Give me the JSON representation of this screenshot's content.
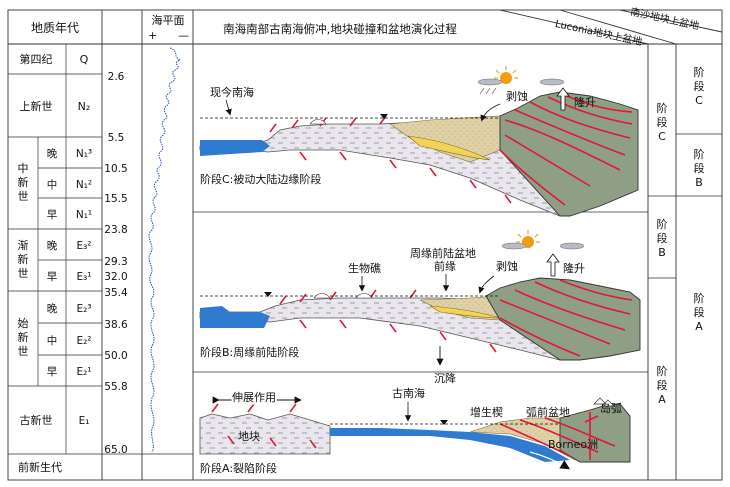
{
  "header": {
    "geologic_time": "地质年代",
    "sea_level": "海平面",
    "sea_plus": "+",
    "sea_minus": "—",
    "main_title": "南海南部古南海俯冲,地块碰撞和盆地演化过程",
    "luconia": "Luconia地块上盆地",
    "nansha": "南沙地块上盆地"
  },
  "periods": [
    {
      "name": "第四纪",
      "code": "Q"
    },
    {
      "name": "上新世",
      "code": "N₂"
    },
    {
      "name": "中新世",
      "subs": [
        {
          "sub": "晚",
          "code": "N₁³"
        },
        {
          "sub": "中",
          "code": "N₁²"
        },
        {
          "sub": "早",
          "code": "N₁¹"
        }
      ]
    },
    {
      "name": "渐新世",
      "subs": [
        {
          "sub": "晚",
          "code": "E₃²"
        },
        {
          "sub": "早",
          "code": "E₃¹"
        }
      ]
    },
    {
      "name": "始新世",
      "subs": [
        {
          "sub": "晚",
          "code": "E₂³"
        },
        {
          "sub": "中",
          "code": "E₂²"
        },
        {
          "sub": "早",
          "code": "E₂¹"
        }
      ]
    },
    {
      "name": "古新世",
      "code": "E₁"
    },
    {
      "name": "前新生代",
      "code": ""
    }
  ],
  "ages": [
    "2.6",
    "5.5",
    "10.5",
    "15.5",
    "23.8",
    "29.3",
    "32.0",
    "35.4",
    "38.6",
    "50.0",
    "55.8",
    "65.0"
  ],
  "luconia_stages": [
    "阶段C",
    "阶段B",
    "阶段A"
  ],
  "nansha_stages": [
    "阶段C",
    "阶段B",
    "阶段A"
  ],
  "panel_c": {
    "caption": "阶段C:被动大陆边缘阶段",
    "modern_sea": "现今南海",
    "erosion": "剥蚀",
    "uplift": "隆升"
  },
  "panel_b": {
    "caption": "阶段B:周缘前陆阶段",
    "reef": "生物礁",
    "foreland": "周缘前陆盆地",
    "foredeep": "前缘",
    "erosion": "剥蚀",
    "uplift": "隆升",
    "subsidence": "沉降"
  },
  "panel_a": {
    "caption": "阶段A:裂陷阶段",
    "extension": "伸展作用",
    "block": "地块",
    "paleo_sea": "古南海",
    "wedge": "增生楔",
    "forearc": "弧前盆地",
    "island_arc": "岛弧",
    "borneo": "Borneo洲"
  },
  "colors": {
    "ocean": "#2f7bd0",
    "crust": "#e8e4ec",
    "sediment": "#dccca0",
    "mountain": "#8f9f86",
    "fault": "#e01838",
    "arrow": "#111111"
  }
}
